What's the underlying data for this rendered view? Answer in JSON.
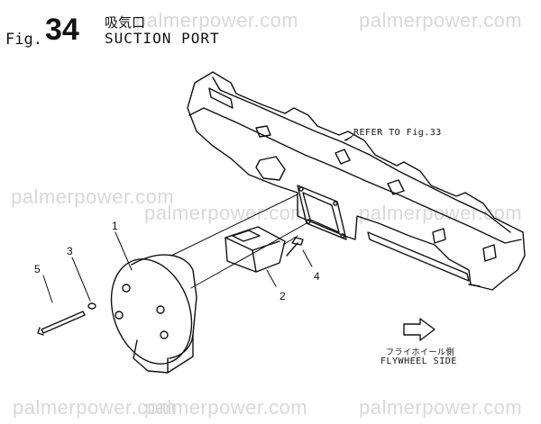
{
  "header": {
    "fig_prefix": "Fig.",
    "fig_number": "34",
    "title_jp": "吸気口",
    "title_en": "SUCTION PORT"
  },
  "watermark": "palmerpower.com",
  "annotations": {
    "refer": "REFER TO Fig.33",
    "flywheel_jp": "フライホイール側",
    "flywheel_en": "FLYWHEEL SIDE"
  },
  "callouts": [
    "1",
    "2",
    "3",
    "4",
    "5"
  ]
}
